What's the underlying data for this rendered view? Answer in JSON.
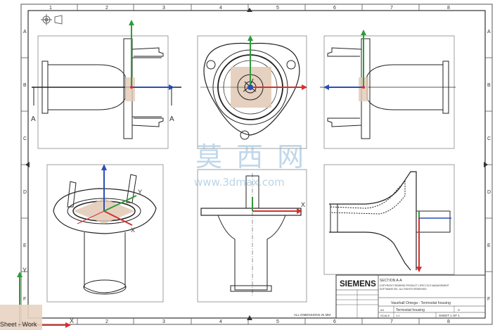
{
  "drawing": {
    "col_labels": [
      "1",
      "2",
      "3",
      "4",
      "5",
      "6",
      "7",
      "8"
    ],
    "row_labels": [
      "A",
      "B",
      "C",
      "D",
      "E",
      "F"
    ],
    "section_marker": "A",
    "dims_note": "ALL DIMENSIONS IN MM"
  },
  "title_block": {
    "company": "SIEMENS",
    "section_text": "SECTION A-A",
    "small_lines": [
      "COPYRIGHT SIEMENS PRODUCT LIFECYCLE MANAGEMENT",
      "SOFTWARE INC. ALL RIGHTS RESERVED"
    ],
    "project": "Vauxhall Omega - Termostat housing",
    "part_name": "Termostat housing",
    "size": "A3",
    "rev": "A",
    "scale_label": "SCALE",
    "scale_value": "1:1",
    "sheet": "SHEET 1 OF 1"
  },
  "watermark": {
    "chars": "莫 西 网",
    "url": "www.3dmax.com"
  },
  "axes": {
    "x": "X",
    "y": "Y"
  },
  "bottom_bar": {
    "label": "Sheet - Work"
  },
  "colors": {
    "frame": "#444444",
    "axis_x": "#d62f2f",
    "axis_y": "#2e9b3a",
    "axis_z": "#2a4fb5",
    "highlight": "#e2c9b5",
    "centerline": "#e08a2e"
  }
}
